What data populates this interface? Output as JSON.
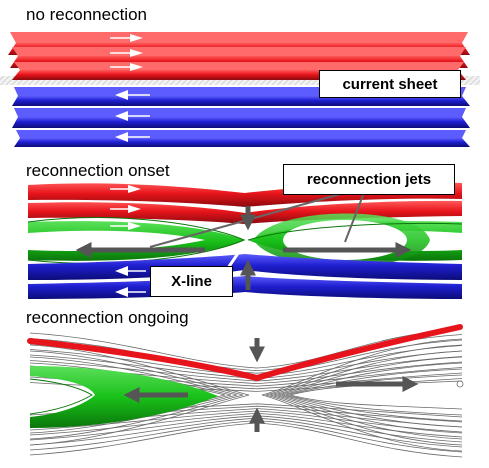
{
  "panels": {
    "no_reconnection": {
      "title": "no reconnection"
    },
    "onset": {
      "title": "reconnection onset"
    },
    "ongoing": {
      "title": "reconnection ongoing"
    }
  },
  "callouts": {
    "current_sheet": "current sheet",
    "reconnection_jets": "reconnection jets",
    "x_line": "X-line"
  },
  "colors": {
    "field_top": "#e8141b",
    "field_bottom": "#1f1fd0",
    "reconnected": "#19c119",
    "arrow": "#555555",
    "field_line": "#6a6a6a"
  }
}
